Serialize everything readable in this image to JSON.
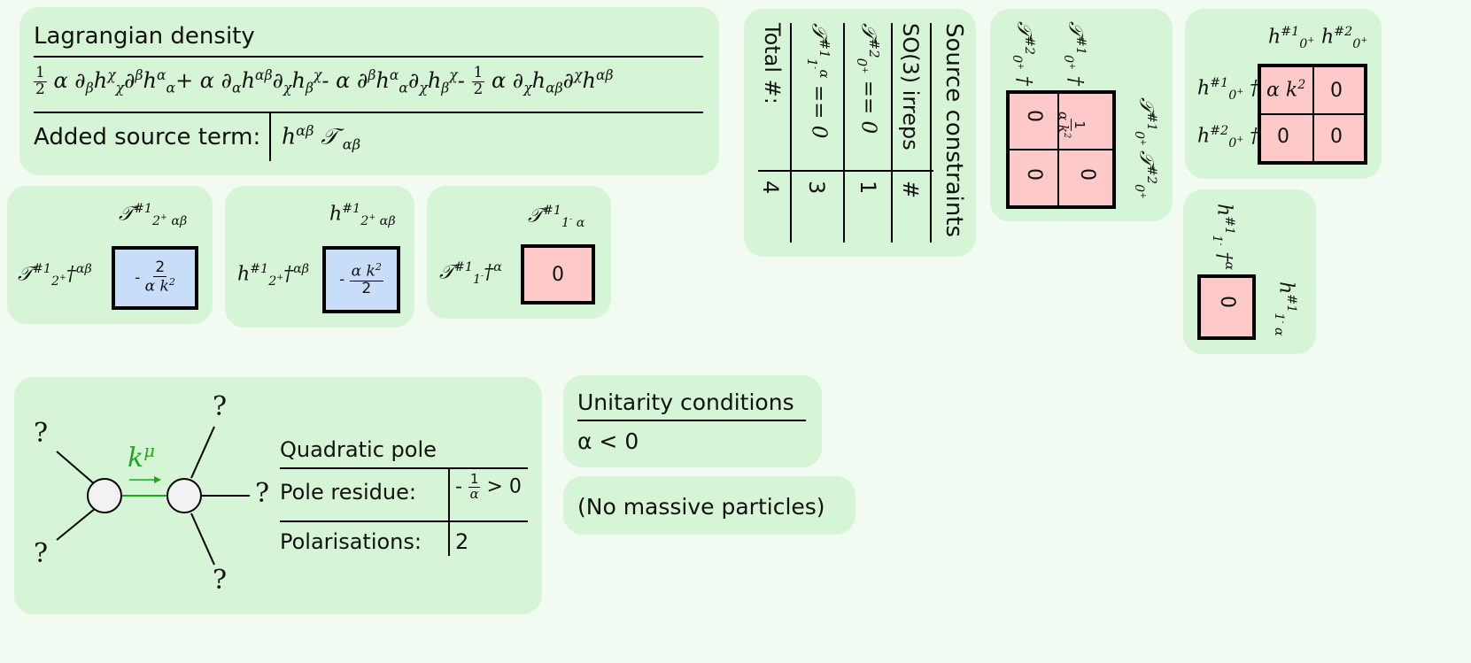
{
  "lagrangian": {
    "heading": "Lagrangian density",
    "formula": "½ α ∂βhχχ ∂βhαα + α ∂αhαβ ∂χhβχ - α ∂βhαα ∂χhβχ - ½ α ∂χhαβ ∂χhαβ",
    "source_label": "Added source term:",
    "source_term": "hαβ 𝒯αβ"
  },
  "spin2_source": {
    "row": "𝒯#12+†αβ",
    "col": "𝒯#12+ αβ",
    "value": "- 2 / α k²"
  },
  "spin2_field": {
    "row": "h#12+†αβ",
    "col": "h#12+ αβ",
    "value": "- α k² / 2"
  },
  "spin1_source": {
    "row": "𝒯#11-†α",
    "col": "𝒯#11- α",
    "value": "0"
  },
  "constraints": {
    "title": "Source constraints",
    "col_irreps": "SO(3) irreps",
    "col_count": "#",
    "rows": [
      {
        "label": "𝒯#20+ == 0",
        "count": "1"
      },
      {
        "label": "𝒯#11-α == 0",
        "count": "3"
      },
      {
        "label": "Total #:",
        "count": "4"
      }
    ]
  },
  "spin0_source": {
    "headers": [
      "𝒯#10+ †",
      "𝒯#20+ †"
    ],
    "rows": [
      "𝒯#10+",
      "𝒯#20+"
    ],
    "cells": [
      [
        "1/αk²",
        "0"
      ],
      [
        "0",
        "0"
      ]
    ]
  },
  "spin0_field": {
    "headers": [
      "h#10+",
      "h#20+"
    ],
    "rows": [
      "h#10+ †",
      "h#20+ †"
    ],
    "cells": [
      [
        "α k²",
        "0"
      ],
      [
        "0",
        "0"
      ]
    ]
  },
  "spin1_field": {
    "header": "h#11- †α",
    "row": "h#11- α",
    "value": "0"
  },
  "propagator": {
    "momentum": "kμ",
    "legs": [
      "?",
      "?",
      "?",
      "?",
      "?"
    ],
    "pole_title": "Quadratic pole",
    "residue_label": "Pole residue:",
    "residue_value": "- 1/α > 0",
    "polarisations_label": "Polarisations:",
    "polarisations_value": "2"
  },
  "unitarity": {
    "title": "Unitarity conditions",
    "condition": "α < 0"
  },
  "massive": {
    "text": "(No massive particles)"
  },
  "colors": {
    "panel": "#d6f5d6",
    "background": "#f1fbf1",
    "pink": "#fec9c9",
    "blue": "#c8def8",
    "green": "#1ea71e"
  }
}
